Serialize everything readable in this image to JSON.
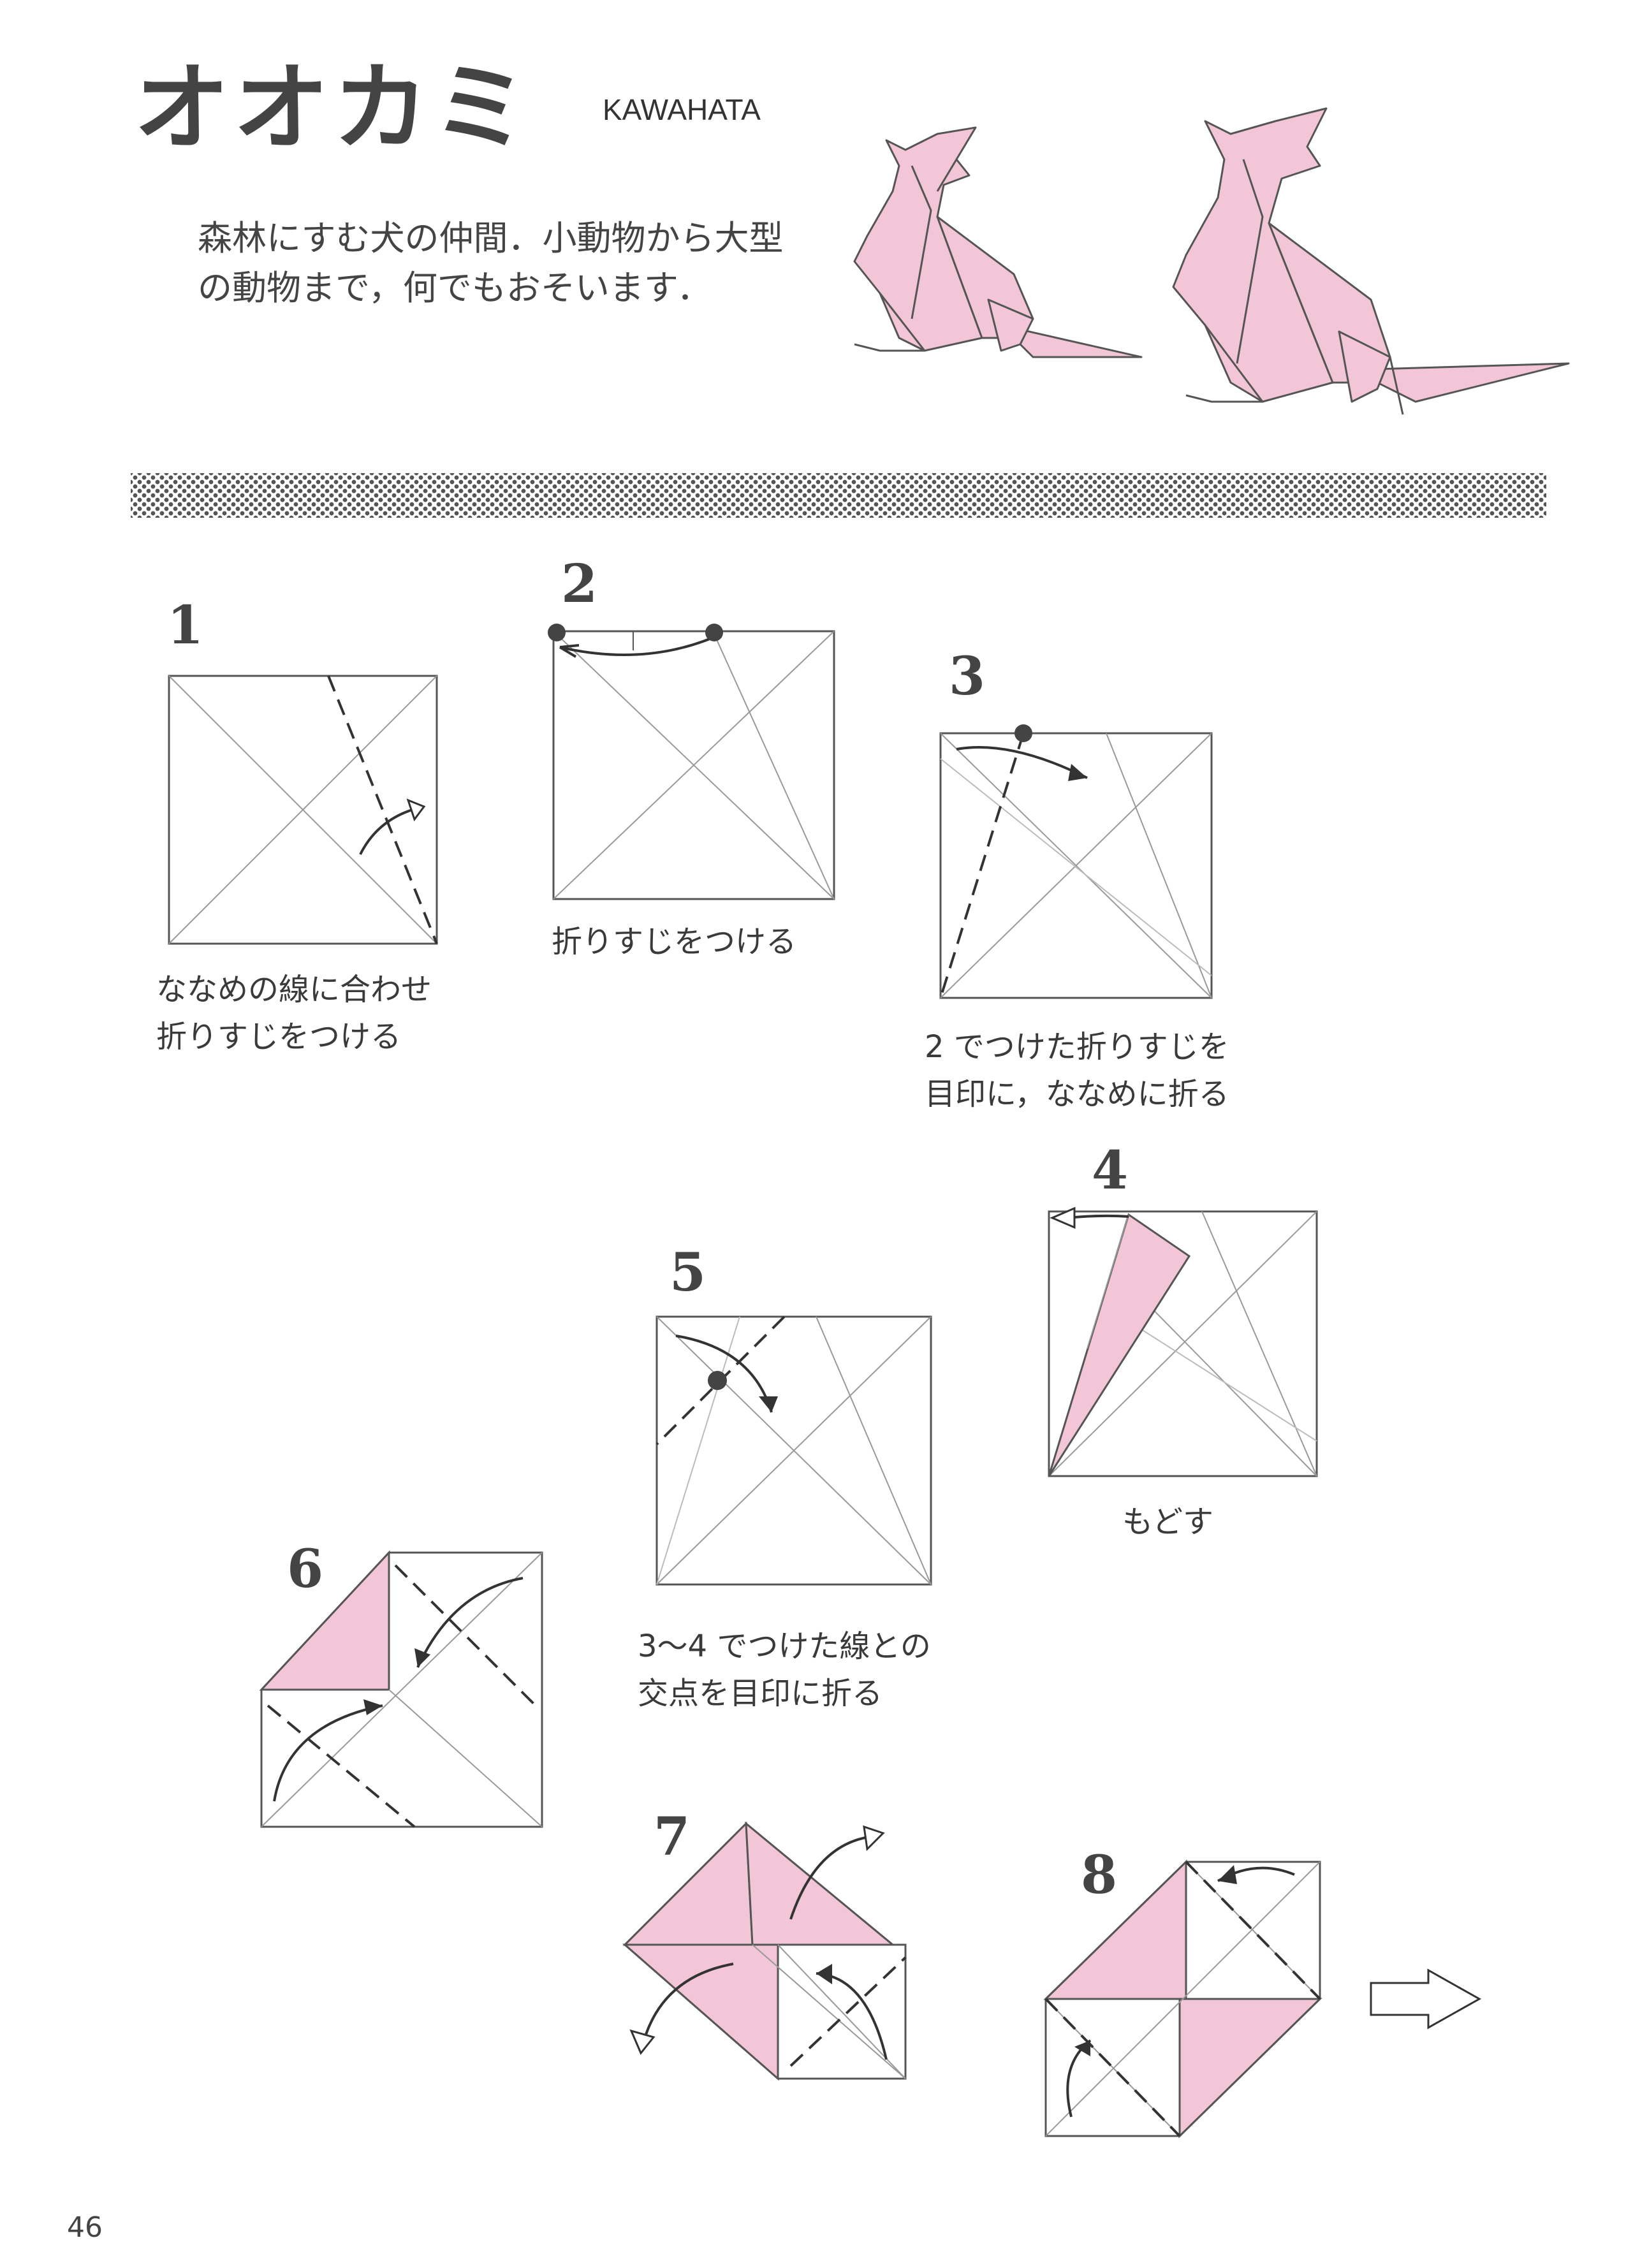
{
  "header": {
    "title": "オオカミ",
    "author": "KAWAHATA",
    "description": "森林にすむ犬の仲間．小動物から大型\nの動物まで，何でもおそいます．"
  },
  "steps": [
    {
      "number": "1",
      "caption": "ななめの線に合わせ\n折りすじをつける"
    },
    {
      "number": "2",
      "caption": "折りすじをつける"
    },
    {
      "number": "3",
      "caption": "2 でつけた折りすじを\n目印に，ななめに折る"
    },
    {
      "number": "4",
      "caption": "もどす"
    },
    {
      "number": "5",
      "caption": "3～4 でつけた線との\n交点を目印に折る"
    },
    {
      "number": "6",
      "caption": ""
    },
    {
      "number": "7",
      "caption": ""
    },
    {
      "number": "8",
      "caption": ""
    }
  ],
  "page_number": "46",
  "colors": {
    "paper_pink": "#f2c6d6",
    "line": "#555555",
    "crease": "#999999"
  }
}
